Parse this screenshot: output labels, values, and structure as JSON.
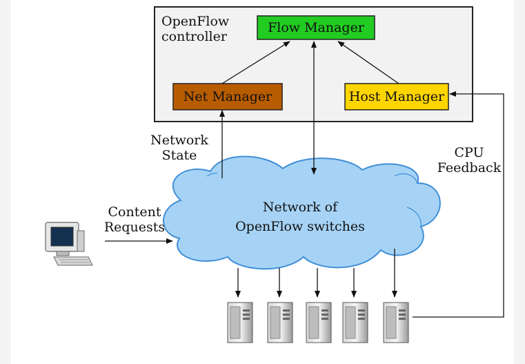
{
  "controller": {
    "title": "OpenFlow\ncontroller",
    "flow_manager": "Flow Manager",
    "net_manager": "Net Manager",
    "host_manager": "Host Manager"
  },
  "labels": {
    "network_state": "Network\nState",
    "cpu_feedback": "CPU\nFeedback",
    "content_requests": "Content\nRequests",
    "cloud": "Network of\nOpenFlow switches"
  },
  "colors": {
    "flow_manager": "#22cc22",
    "net_manager": "#b85c00",
    "host_manager": "#ffd500",
    "controller_bg": "#f2f2f2",
    "cloud_fill": "#a6d3f5",
    "cloud_stroke": "#3f8ed6"
  },
  "icons": {
    "client": "desktop-computer-icon",
    "servers": "server-tower-icon"
  }
}
